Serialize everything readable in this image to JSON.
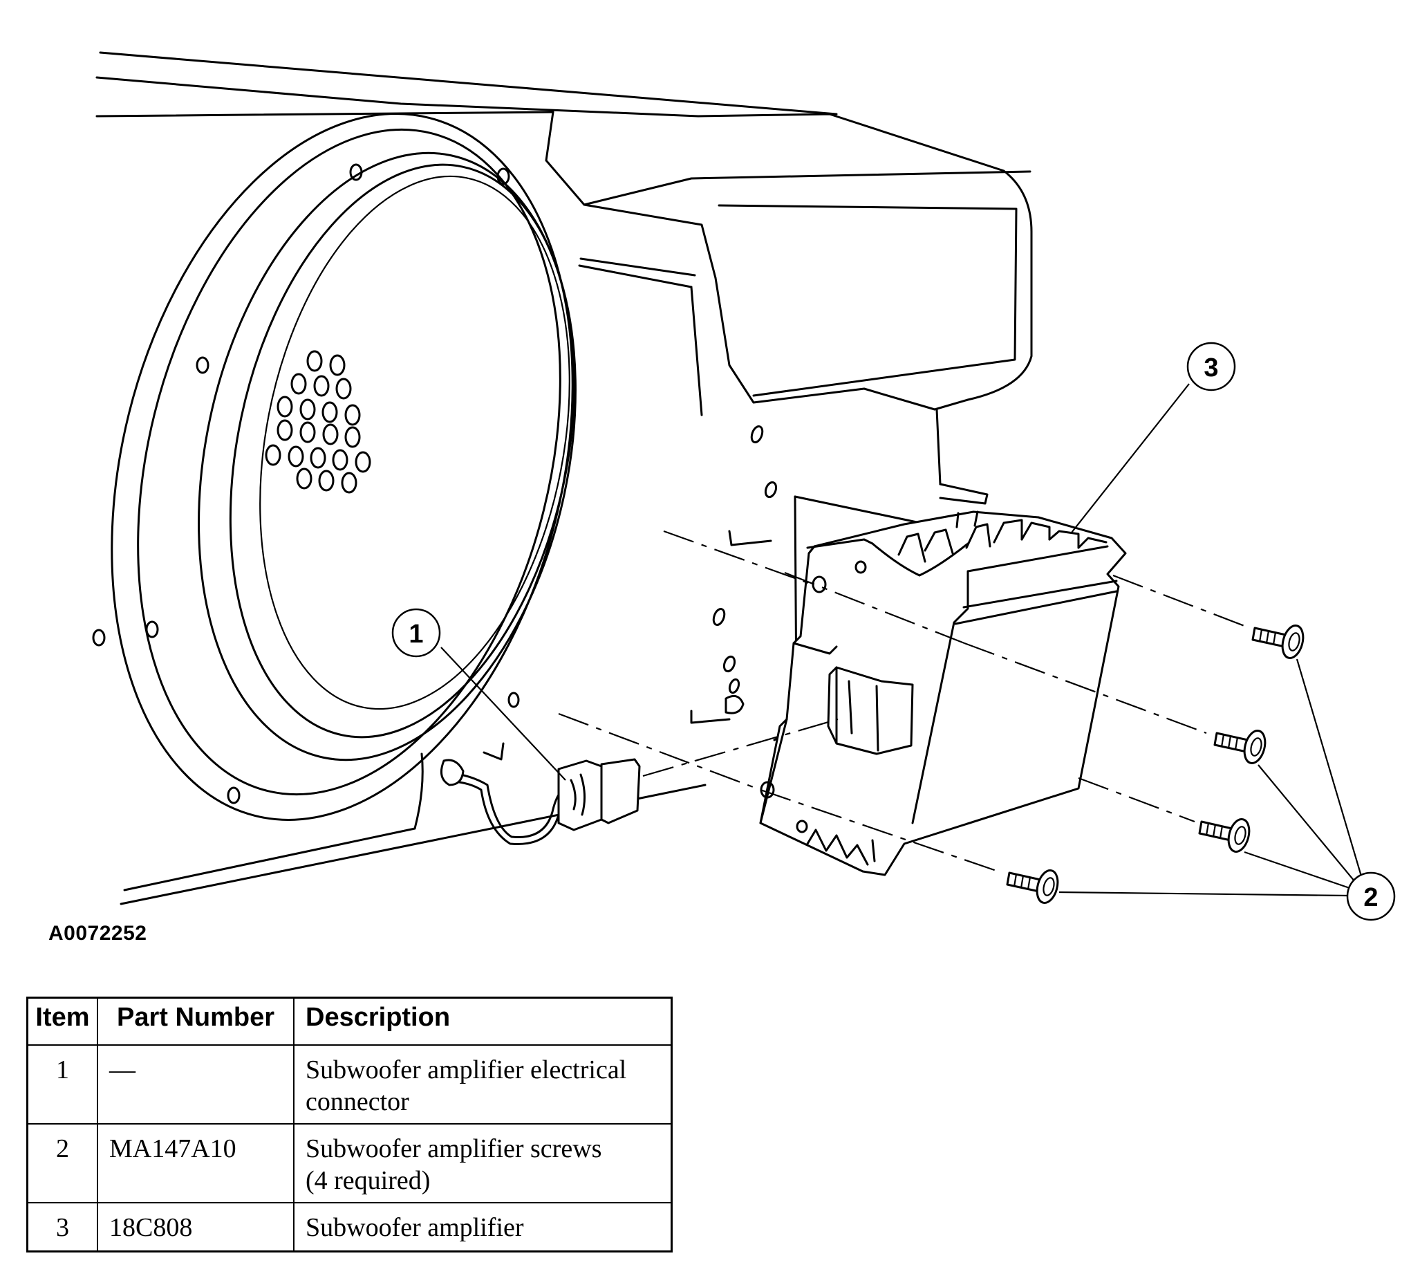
{
  "figure": {
    "id": "A0072252",
    "callouts": [
      "1",
      "2",
      "3"
    ]
  },
  "table": {
    "headers": {
      "item": "Item",
      "part_number": "Part Number",
      "description": "Description"
    },
    "rows": [
      {
        "item": "1",
        "part_number": "—",
        "description_line1": "Subwoofer amplifier electrical",
        "description_line2": "connector"
      },
      {
        "item": "2",
        "part_number": "MA147A10",
        "description_line1": "Subwoofer amplifier screws",
        "description_line2": "(4 required)"
      },
      {
        "item": "3",
        "part_number": "18C808",
        "description_line1": "Subwoofer amplifier",
        "description_line2": ""
      }
    ]
  }
}
